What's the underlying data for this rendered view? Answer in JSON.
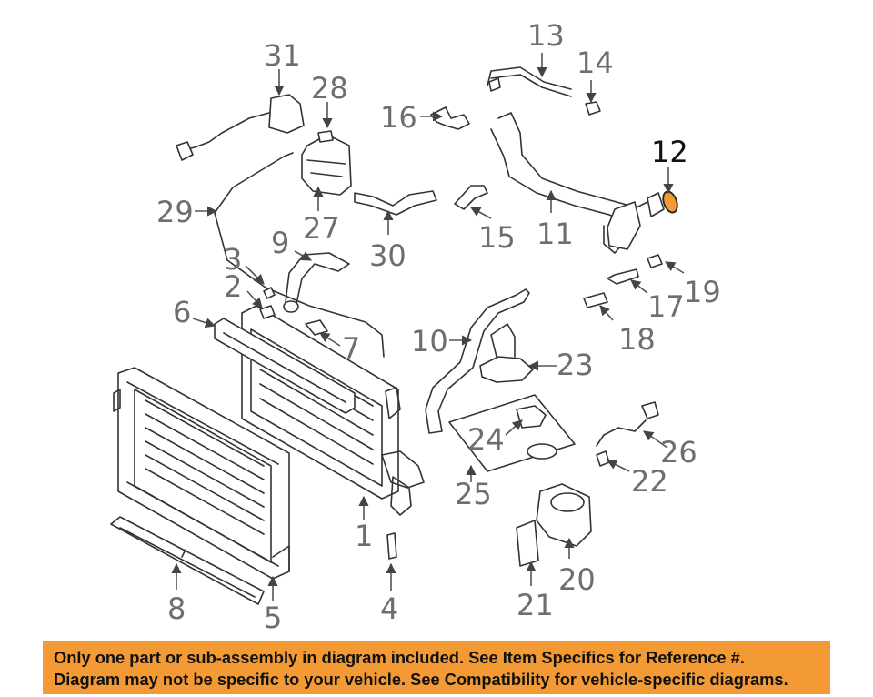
{
  "callouts": {
    "n1": "1",
    "n2": "2",
    "n3": "3",
    "n4": "4",
    "n5": "5",
    "n6": "6",
    "n7": "7",
    "n8": "8",
    "n9": "9",
    "n10": "10",
    "n11": "11",
    "n12": "12",
    "n13": "13",
    "n14": "14",
    "n15": "15",
    "n16": "16",
    "n17": "17",
    "n18": "18",
    "n19": "19",
    "n20": "20",
    "n21": "21",
    "n22": "22",
    "n23": "23",
    "n24": "24",
    "n25": "25",
    "n26": "26",
    "n27": "27",
    "n28": "28",
    "n29": "29",
    "n30": "30",
    "n31": "31"
  },
  "highlight": {
    "part": "12",
    "color": "#f39a35"
  },
  "disclaimer": {
    "line1": "Only one part or sub-assembly in diagram included. See Item Specifics for Reference #.",
    "line2": "Diagram may not be specific to your vehicle. See Compatibility for vehicle-specific diagrams.",
    "background": "#f39a35"
  }
}
